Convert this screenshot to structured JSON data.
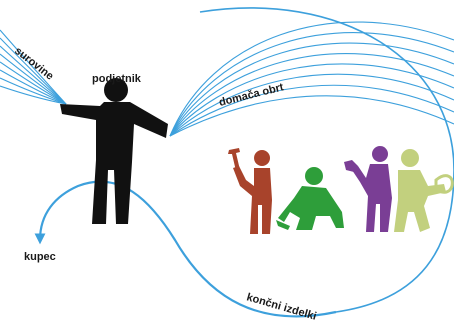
{
  "labels": {
    "raw_materials": "surovine",
    "entrepreneur": "podjetnik",
    "home_craft": "domača obrt",
    "customer": "kupec",
    "final_products": "končni izdelki"
  },
  "colors": {
    "arrow_blue": "#3da0dc",
    "entrepreneur": "#111111",
    "worker_brown": "#a8432b",
    "worker_green": "#2e9e3a",
    "worker_purple": "#7a3e95",
    "worker_lime": "#c2d07e"
  }
}
